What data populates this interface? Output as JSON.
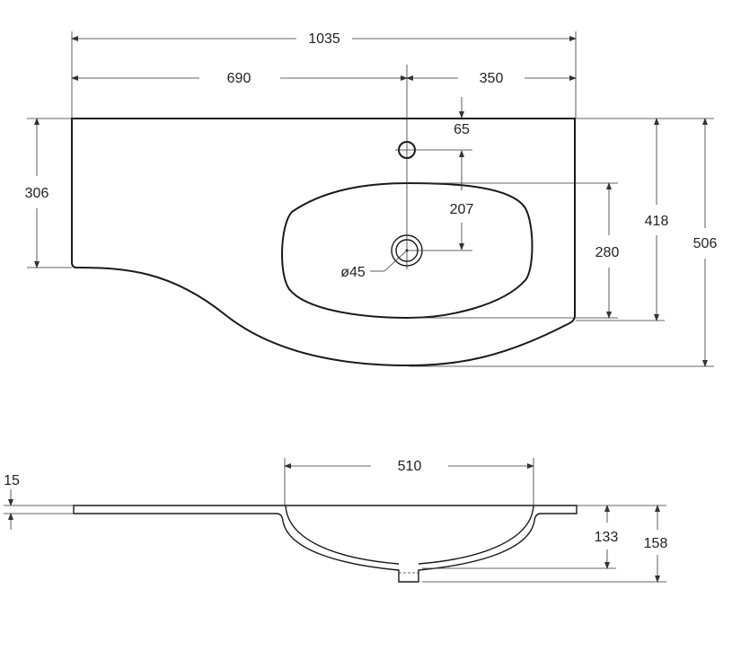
{
  "drawing": {
    "top_view": {
      "overall_width": "1035",
      "left_width": "690",
      "right_width": "350",
      "tap_hole_offset": "65",
      "left_depth": "306",
      "tap_to_drain": "207",
      "bowl_depth": "280",
      "right_depth": "418",
      "overall_depth": "506",
      "drain_diameter": "ø45"
    },
    "side_view": {
      "bowl_width": "510",
      "top_thickness": "15",
      "bowl_height": "133",
      "total_height": "158"
    }
  }
}
